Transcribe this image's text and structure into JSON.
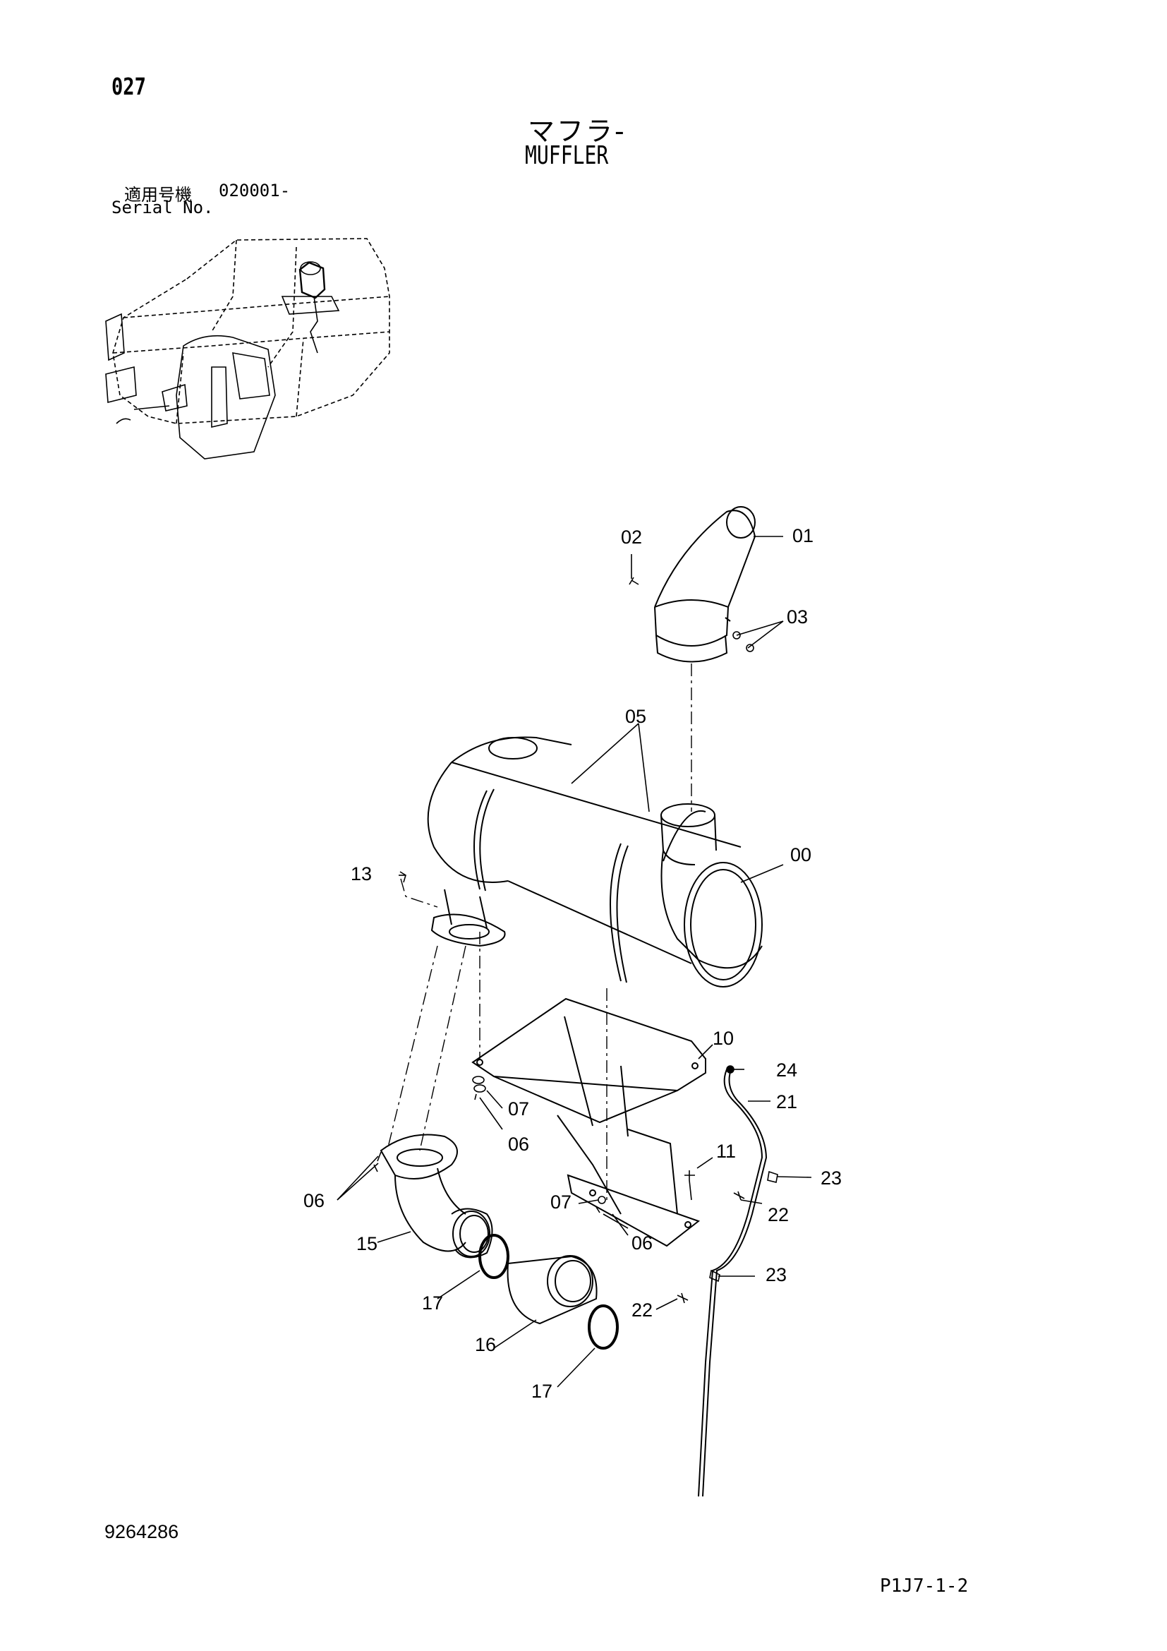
{
  "page_number": "027",
  "title_jp": "マフラ-",
  "title_en": "MUFFLER",
  "applicability_jp": "適用号機",
  "applicability_serial": "020001-",
  "serial_label": "Serial No.",
  "doc_number": "9264286",
  "page_code": "P1J7-1-2",
  "callouts": [
    {
      "id": "01",
      "label": "01"
    },
    {
      "id": "02",
      "label": "02"
    },
    {
      "id": "03",
      "label": "03"
    },
    {
      "id": "05",
      "label": "05"
    },
    {
      "id": "00",
      "label": "00"
    },
    {
      "id": "13",
      "label": "13"
    },
    {
      "id": "10",
      "label": "10"
    },
    {
      "id": "24",
      "label": "24"
    },
    {
      "id": "21",
      "label": "21"
    },
    {
      "id": "07a",
      "label": "07"
    },
    {
      "id": "06a",
      "label": "06"
    },
    {
      "id": "11",
      "label": "11"
    },
    {
      "id": "23a",
      "label": "23"
    },
    {
      "id": "06b",
      "label": "06"
    },
    {
      "id": "07b",
      "label": "07"
    },
    {
      "id": "22a",
      "label": "22"
    },
    {
      "id": "15",
      "label": "15"
    },
    {
      "id": "06c",
      "label": "06"
    },
    {
      "id": "23b",
      "label": "23"
    },
    {
      "id": "17a",
      "label": "17"
    },
    {
      "id": "22b",
      "label": "22"
    },
    {
      "id": "16",
      "label": "16"
    },
    {
      "id": "17b",
      "label": "17"
    }
  ]
}
